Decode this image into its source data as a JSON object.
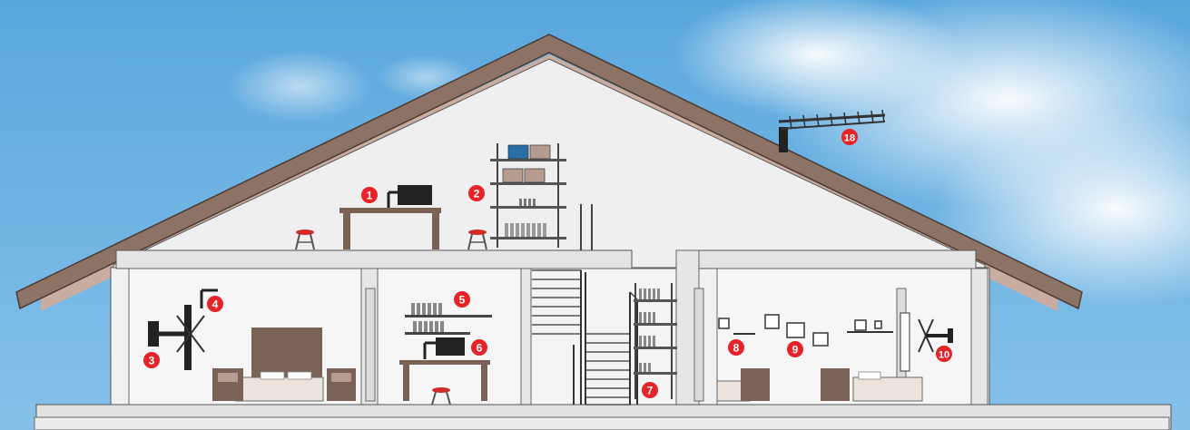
{
  "colors": {
    "sky_top": "#5aa7dd",
    "sky_bottom": "#8cc4ea",
    "roof": "#8c7366",
    "roof_soffit": "#c9ada1",
    "wall": "#f3f3f3",
    "wall_inner": "#e8e8e8",
    "floor_slab": "#e3e3e3",
    "furniture_brown": "#7a6257",
    "furniture_light": "#b59c8f",
    "marker": "#e52329",
    "dark": "#222222"
  },
  "markers": [
    {
      "id": "1",
      "label": "1"
    },
    {
      "id": "2",
      "label": "2"
    },
    {
      "id": "3",
      "label": "3"
    },
    {
      "id": "4",
      "label": "4"
    },
    {
      "id": "5",
      "label": "5"
    },
    {
      "id": "6",
      "label": "6"
    },
    {
      "id": "7",
      "label": "7"
    },
    {
      "id": "8",
      "label": "8"
    },
    {
      "id": "9",
      "label": "9"
    },
    {
      "id": "10",
      "label": "10"
    },
    {
      "id": "18",
      "label": "18"
    }
  ]
}
